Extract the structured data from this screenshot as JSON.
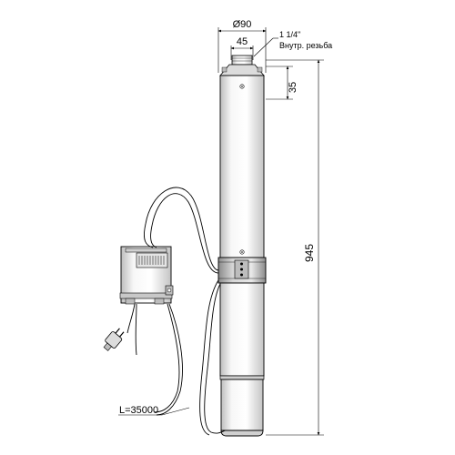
{
  "dimensions": {
    "diameter": "Ø90",
    "outlet_width": "45",
    "thread_size": "1 1/4\"",
    "thread_type": "Внутр. резьба",
    "top_offset": "35",
    "total_height": "945",
    "cable_length": "L=35000"
  },
  "colors": {
    "line": "#000000",
    "pump_body": "#f4f4f4",
    "pump_shade": "#d8d8d8",
    "box_body": "#eaeaea"
  }
}
